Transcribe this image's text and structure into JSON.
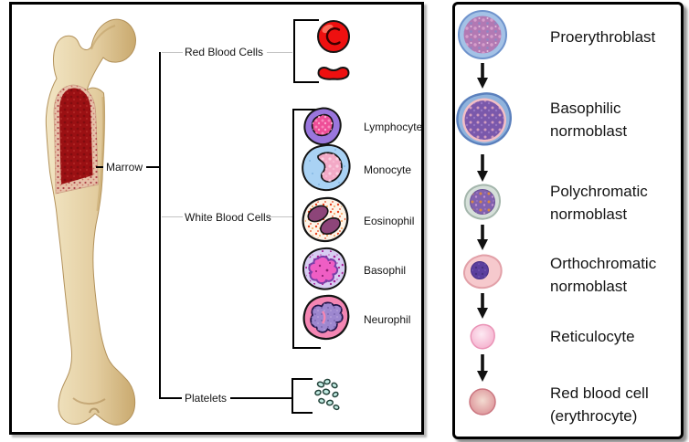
{
  "left_panel": {
    "marrow_label": "Marrow",
    "groups": [
      {
        "label": "Red Blood Cells"
      },
      {
        "label": "White Blood Cells"
      },
      {
        "label": "Platelets"
      }
    ],
    "wbc_types": [
      {
        "label": "Lymphocyte"
      },
      {
        "label": "Monocyte"
      },
      {
        "label": "Eosinophil"
      },
      {
        "label": "Basophil"
      },
      {
        "label": "Neurophil"
      }
    ]
  },
  "right_panel": {
    "stages": [
      {
        "label": "Proerythroblast"
      },
      {
        "label": "Basophilic\nnormoblast"
      },
      {
        "label": "Polychromatic\nnormoblast"
      },
      {
        "label": "Orthochromatic\nnormoblast"
      },
      {
        "label": "Reticulocyte"
      },
      {
        "label": "Red blood cell\n(erythrocyte)"
      }
    ]
  },
  "colors": {
    "rbc_red": "#ee1010",
    "marrow_red": "#9b1013",
    "bone_light": "#eedfb8",
    "bone_mid": "#d9bd88",
    "spongy_pink": "#e6c0a8",
    "lymphocyte_body": "#9a76dd",
    "lymphocyte_nucleus": "#ee4d97",
    "monocyte_body": "#a9d2f4",
    "monocyte_nucleus": "#f3a9c6",
    "eosinophil_body": "#fdf4e8",
    "eosinophil_granule": "#e8401c",
    "eosinophil_nucleus": "#8d4579",
    "basophil_body": "#d7cdf2",
    "basophil_granule": "#a81e96",
    "basophil_nucleus": "#ef5ec4",
    "neutrophil_body": "#f486b3",
    "neutrophil_nucleus": "#9d87cf",
    "platelet_fill": "#c3ece4",
    "platelet_stroke": "#23433a",
    "proerythroblast_rim": "#a4c2e6",
    "proerythroblast_core": "#b279b3",
    "basophilic_rim": "#8fb3dd",
    "basophilic_ring": "#f3bfc5",
    "basophilic_core": "#7a58ab",
    "polychromatic_rim": "#d6e0da",
    "polychromatic_core": "#8162ae",
    "orthochromatic_body": "#f6c9cd",
    "orthochromatic_core": "#5b3f9e",
    "reticulocyte_pink": "#f4abca",
    "erythrocyte_rose": "#d8868e",
    "line_black": "#000000",
    "faint_line": "#c4c4c4"
  }
}
